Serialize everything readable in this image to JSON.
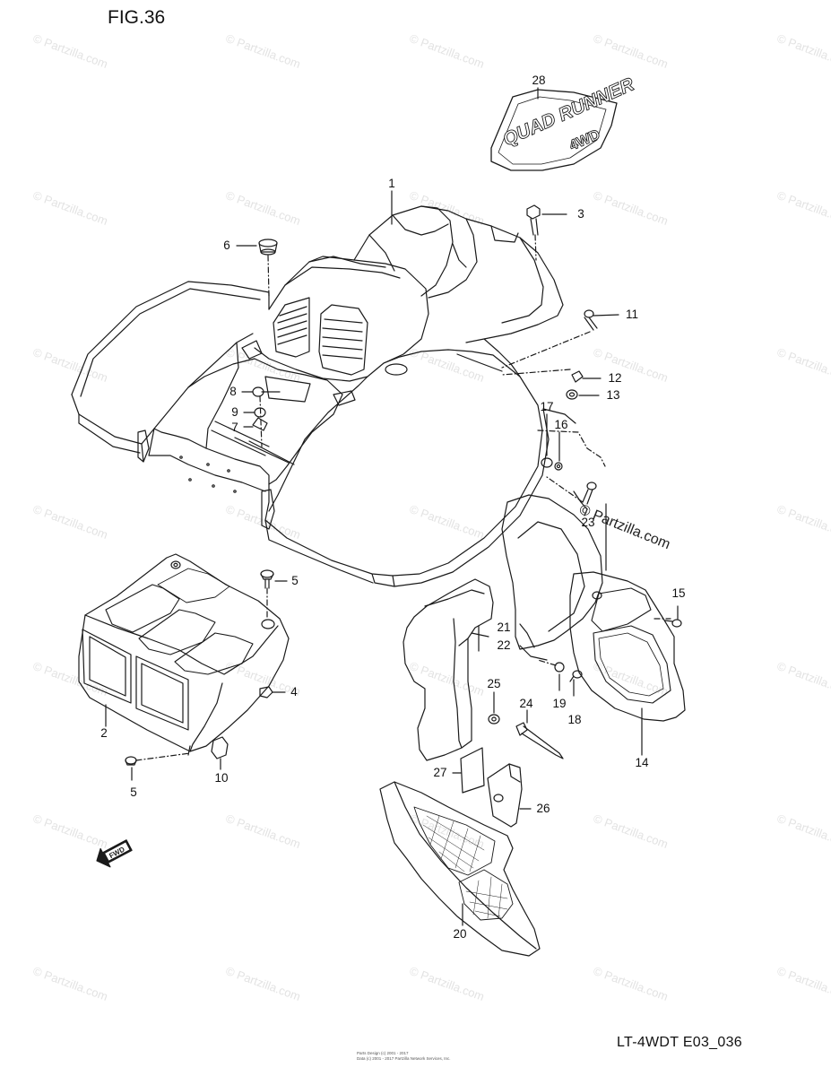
{
  "figure": {
    "title": "FIG.36",
    "code": "LT-4WDT E03_036",
    "credit_line_1": "Parts Design (c) 2001 - 2017",
    "credit_line_2": "Data (c) 2001 - 2017 Partzilla Network Services, Inc."
  },
  "watermark": {
    "text": "© Partzilla.com",
    "visible_text": "© Partzilla.com"
  },
  "decal": {
    "line_1": "QUAD RUNNER",
    "line_2": "4WD"
  },
  "arrow_label": "FWD",
  "callouts": [
    "28",
    "1",
    "3",
    "6",
    "11",
    "12",
    "13",
    "8",
    "9",
    "7",
    "17",
    "16",
    "23",
    "5",
    "15",
    "21",
    "22",
    "4",
    "25",
    "24",
    "19",
    "18",
    "2",
    "14",
    "10",
    "5",
    "27",
    "26",
    "20"
  ],
  "colors": {
    "line": "#1a1a1a",
    "watermark": "#e3e3e3",
    "background": "#ffffff"
  }
}
